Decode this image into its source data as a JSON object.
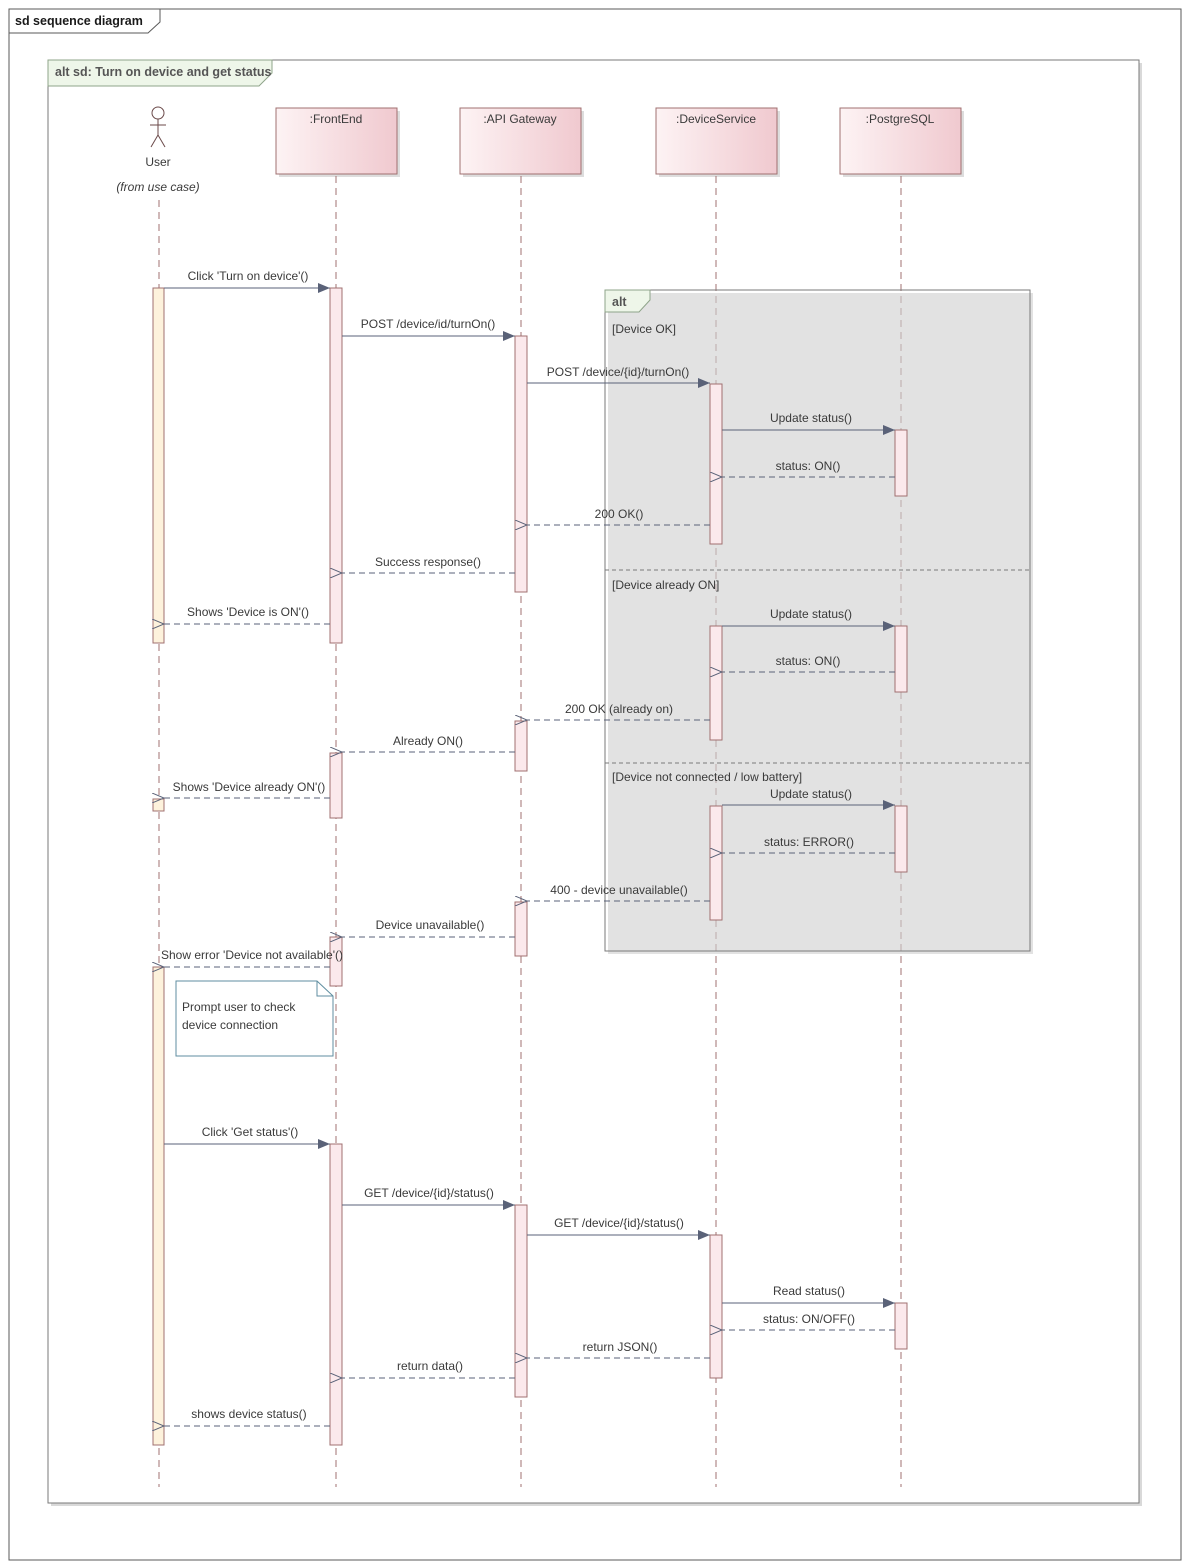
{
  "diagram": {
    "outer_frame_title": "sd sequence diagram",
    "inner_frame_title": "alt sd: Turn on device and get status",
    "actor": {
      "name": "User",
      "stereotype": "(from use case)"
    },
    "participants": [
      ":FrontEnd",
      ":API Gateway",
      ":DeviceService",
      ":PostgreSQL"
    ],
    "alt_fragment": {
      "label": "alt",
      "guards": [
        "[Device OK]",
        "[Device already ON]",
        "[Device not connected / low battery]"
      ]
    },
    "messages": [
      "Click 'Turn on device'()",
      "POST /device/id/turnOn()",
      "POST /device/{id}/turnOn()",
      "Update status()",
      "status: ON()",
      "200 OK()",
      "Success response()",
      "Shows 'Device is ON'()",
      "Update status()",
      "status: ON()",
      "200 OK (already on)",
      "Already ON()",
      "Shows 'Device already ON'()",
      "Update status()",
      "status: ERROR()",
      "400 - device unavailable()",
      "Device unavailable()",
      "Show error 'Device not available'()",
      "Click 'Get status'()",
      "GET /device/{id}/status()",
      "GET /device/{id}/status()",
      "Read status()",
      "status: ON/OFF()",
      "return JSON()",
      "return data()",
      "shows device status()"
    ],
    "note": [
      "Prompt user to check",
      "device connection"
    ],
    "colors": {
      "frame": "#5a5a5a",
      "participant_fill": "#f6dfe2",
      "participant_border": "#a07070",
      "activation_fill": "#fbe9ec",
      "actor_activation_fill": "#fdf2dc",
      "arrow": "#5a6278",
      "note_border": "#5f8ea0"
    }
  }
}
